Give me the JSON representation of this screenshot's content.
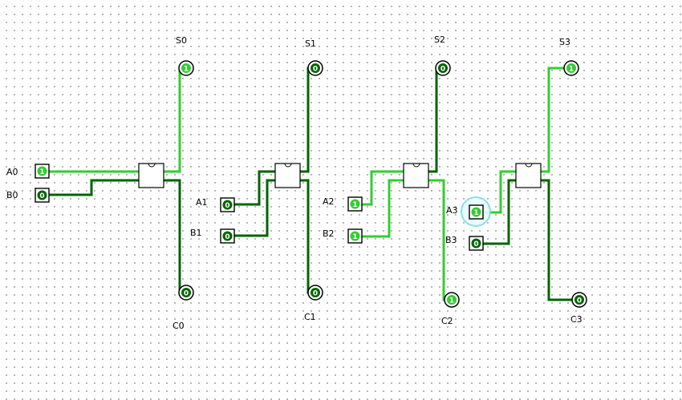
{
  "app": {
    "title": "Logisim circuit canvas"
  },
  "colors": {
    "wire_high": "#32cd32",
    "wire_low": "#006400",
    "gate_outline": "#000000",
    "pin_outline": "#000000",
    "grid_dot": "#9a9a9a",
    "selection_ring": "#7fdbe8"
  },
  "circuit": {
    "stages": [
      {
        "gate": "half-adder",
        "inputs": [
          {
            "label": "A0",
            "value": "1"
          },
          {
            "label": "B0",
            "value": "0"
          }
        ],
        "sum": {
          "label": "S0",
          "value": "1"
        },
        "carry": {
          "label": "C0",
          "value": "0"
        }
      },
      {
        "gate": "half-adder",
        "inputs": [
          {
            "label": "A1",
            "value": "0"
          },
          {
            "label": "B1",
            "value": "0"
          }
        ],
        "sum": {
          "label": "S1",
          "value": "0"
        },
        "carry": {
          "label": "C1",
          "value": "0"
        }
      },
      {
        "gate": "half-adder",
        "inputs": [
          {
            "label": "A2",
            "value": "1"
          },
          {
            "label": "B2",
            "value": "1"
          }
        ],
        "sum": {
          "label": "S2",
          "value": "0"
        },
        "carry": {
          "label": "C2",
          "value": "1"
        }
      },
      {
        "gate": "half-adder",
        "inputs": [
          {
            "label": "A3",
            "value": "1",
            "selected": true
          },
          {
            "label": "B3",
            "value": "0"
          }
        ],
        "sum": {
          "label": "S3",
          "value": "1"
        },
        "carry": {
          "label": "C3",
          "value": "0"
        }
      }
    ]
  }
}
